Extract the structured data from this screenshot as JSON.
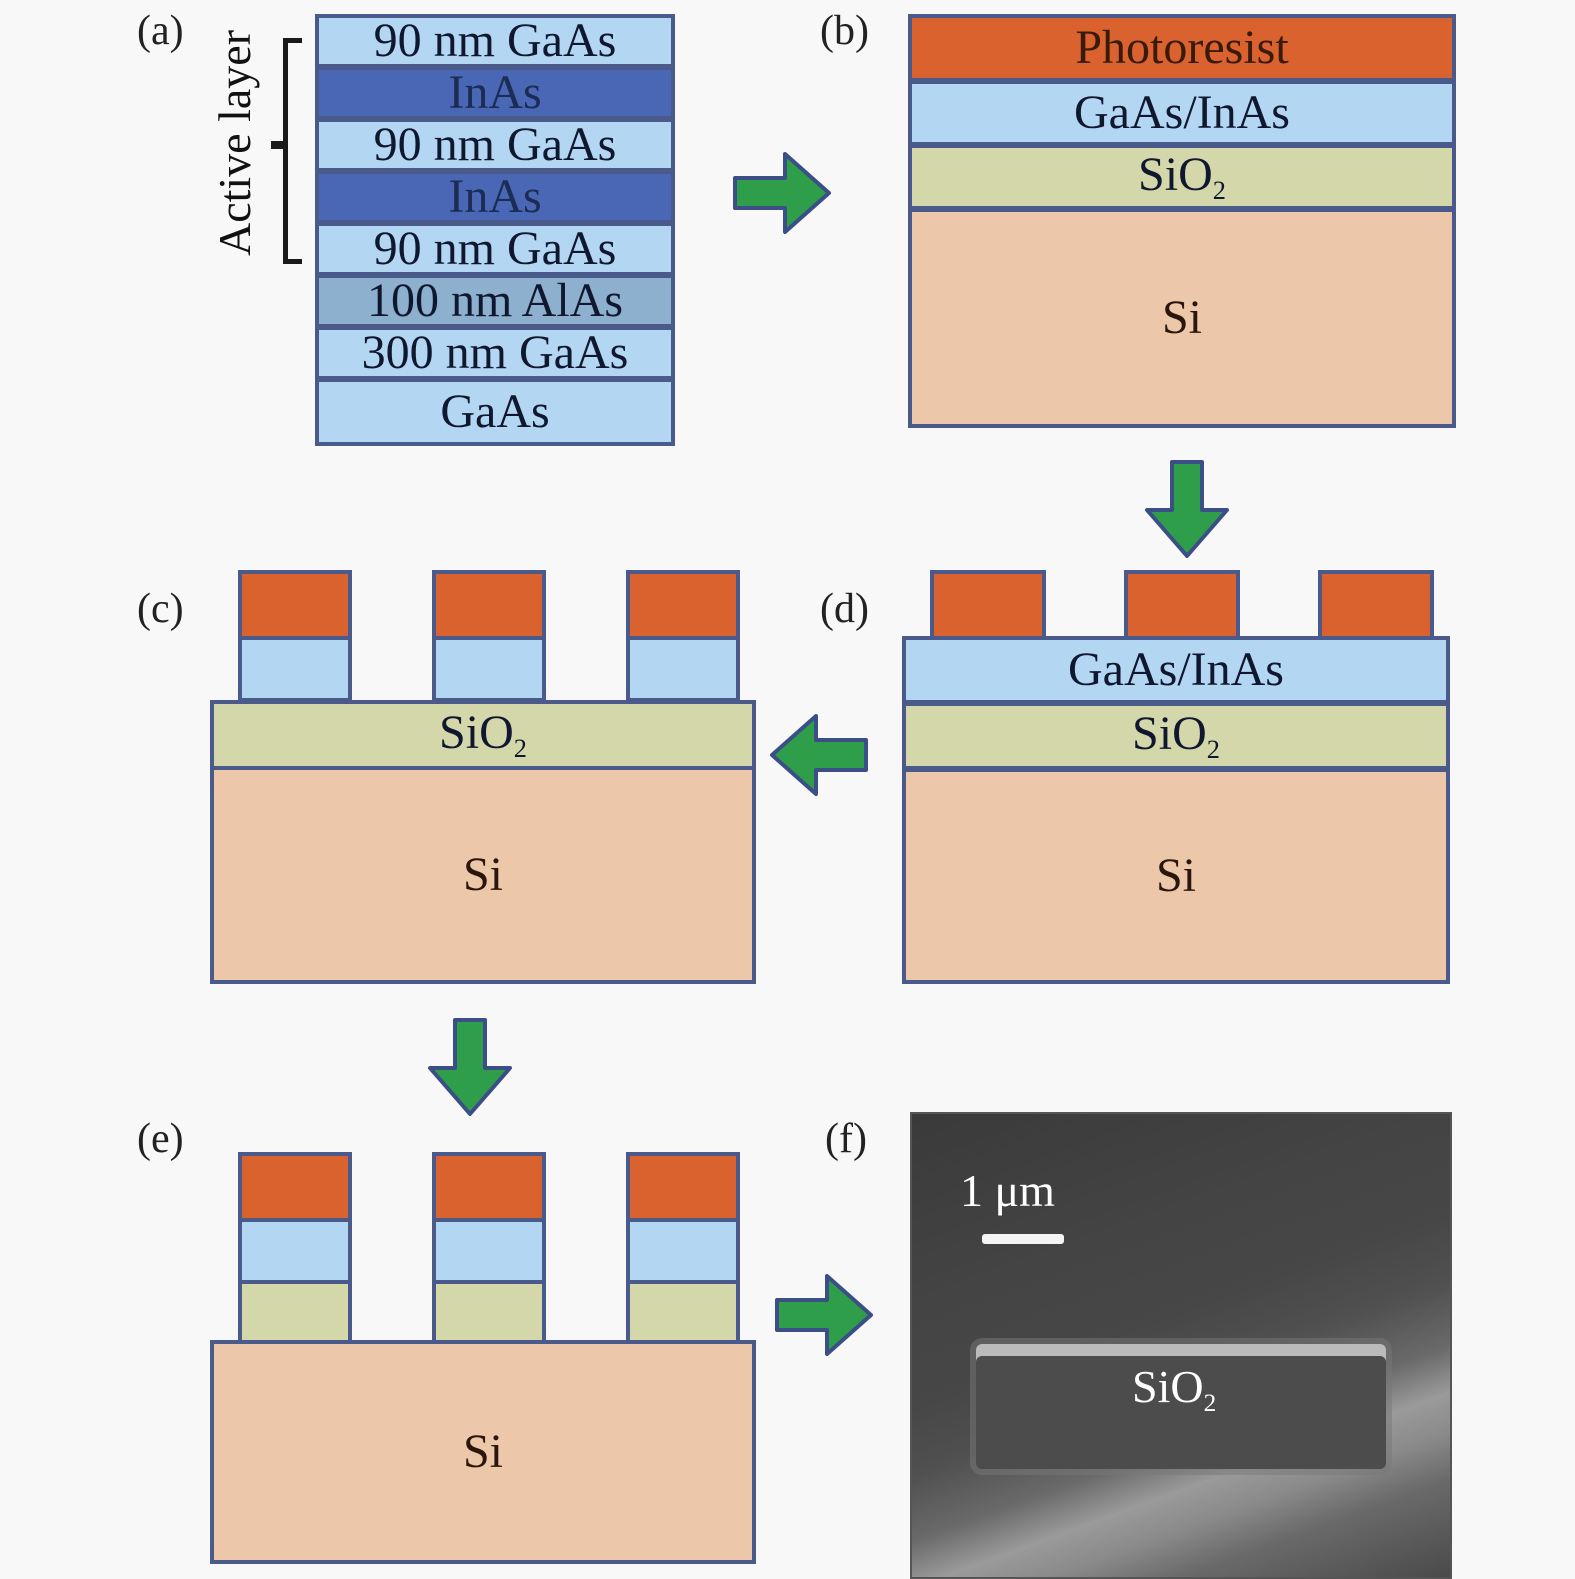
{
  "figure": {
    "panels": {
      "a": {
        "label": "(a)",
        "bracket_label": "Active layer",
        "layers": [
          {
            "text": "90 nm GaAs",
            "material": "GaAs"
          },
          {
            "text": "InAs",
            "material": "InAs"
          },
          {
            "text": "90 nm GaAs",
            "material": "GaAs"
          },
          {
            "text": "InAs",
            "material": "InAs"
          },
          {
            "text": "90 nm GaAs",
            "material": "GaAs"
          },
          {
            "text": "100 nm AlAs",
            "material": "AlAs"
          },
          {
            "text": "300 nm GaAs",
            "material": "GaAs"
          },
          {
            "text": "GaAs",
            "material": "GaAs"
          }
        ]
      },
      "b": {
        "label": "(b)",
        "layers": {
          "photoresist": "Photoresist",
          "gaas_inas": "GaAs/InAs",
          "sio2_base": "SiO",
          "sio2_sub": "2",
          "si": "Si"
        }
      },
      "c": {
        "label": "(c)",
        "sio2_base": "SiO",
        "sio2_sub": "2",
        "si": "Si",
        "pillar_count": 3
      },
      "d": {
        "label": "(d)",
        "gaas_inas": "GaAs/InAs",
        "sio2_base": "SiO",
        "sio2_sub": "2",
        "si": "Si",
        "pillar_count": 3
      },
      "e": {
        "label": "(e)",
        "si": "Si",
        "pillar_count": 3
      },
      "f": {
        "label": "(f)",
        "scale_label": "1 μm",
        "sio2_base": "SiO",
        "sio2_sub": "2"
      }
    },
    "arrows": [
      {
        "from": "a",
        "to": "b",
        "direction": "right"
      },
      {
        "from": "b",
        "to": "d",
        "direction": "down"
      },
      {
        "from": "d",
        "to": "c",
        "direction": "left"
      },
      {
        "from": "c",
        "to": "e",
        "direction": "down"
      },
      {
        "from": "e",
        "to": "f",
        "direction": "right"
      }
    ],
    "colors": {
      "gaas": "#b3d6f2",
      "inas": "#4a67b5",
      "alas": "#8db0cf",
      "photoresist": "#d9622f",
      "sio2": "#d3d7aa",
      "si": "#ecc7a9",
      "outline": "#4a5a8a",
      "arrow": "#2f9e4a"
    }
  }
}
